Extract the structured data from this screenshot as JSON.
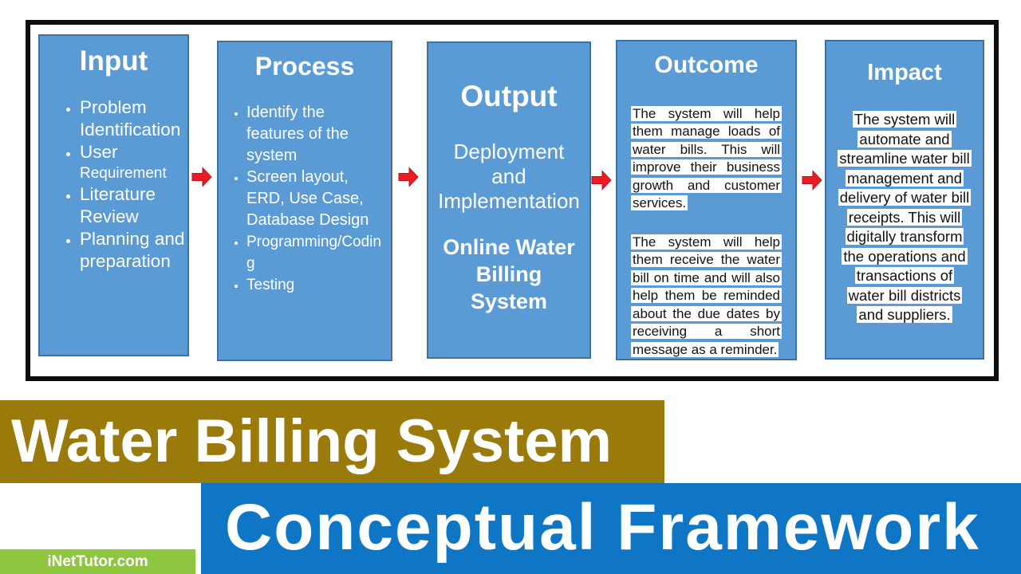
{
  "diagram": {
    "boxes": [
      {
        "title": "Input",
        "bullets": [
          {
            "main": "Problem Identification"
          },
          {
            "main": "User",
            "sub": "Requirement"
          },
          {
            "main": "Literature Review"
          },
          {
            "main": "Planning and preparation"
          }
        ]
      },
      {
        "title": "Process",
        "bullets": [
          {
            "main": "Identify the features of the system"
          },
          {
            "main": "Screen layout, ERD, Use Case, Database Design"
          },
          {
            "main": "Programming/Coding"
          },
          {
            "main": "Testing"
          }
        ]
      },
      {
        "title": "Output",
        "lines": [
          "Deployment\nand\nImplementation",
          "Online Water\nBilling\nSystem"
        ]
      },
      {
        "title": "Outcome",
        "paragraphs": [
          "The system will help them manage loads of water bills. This will improve their business growth and customer services.",
          "The system will help them receive the water bill on time and will also help them be reminded about the due dates by receiving a short message as a reminder."
        ]
      },
      {
        "title": "Impact",
        "paragraphs": [
          "The system will\nautomate and\nstreamline water bill\nmanagement and\ndelivery of water bill\nreceipts. This will\ndigitally transform\nthe operations and\ntransactions of\nwater bill districts\nand suppliers."
        ]
      }
    ]
  },
  "banners": {
    "title": "Water Billing System",
    "subtitle": "Conceptual Framework",
    "site": "iNetTutor.com"
  },
  "colors": {
    "box_fill": "#5b9bd5",
    "box_border": "#41719c",
    "arrow": "#ec1c24",
    "frame": "#0d0d0d",
    "gold": "#9a7a0b",
    "blue": "#0e76c5",
    "green": "#8ec63f",
    "highlight_bg": "#ffffff",
    "highlight_text": "#111111"
  }
}
